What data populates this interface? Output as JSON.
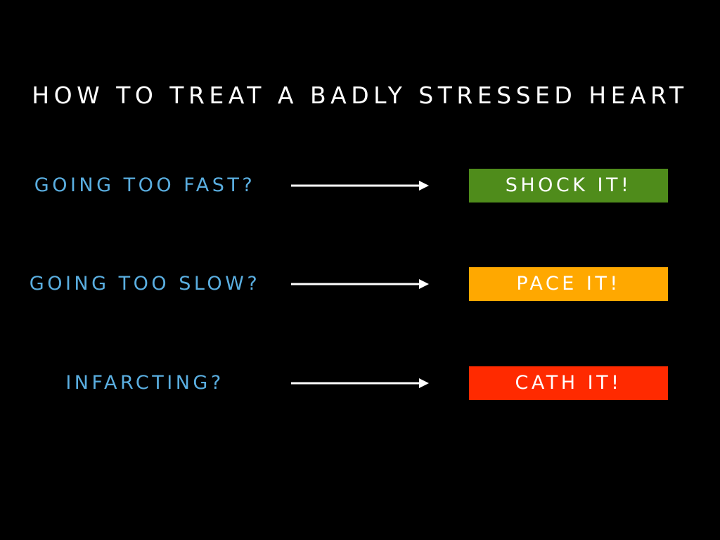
{
  "title": "HOW TO TREAT A BADLY STRESSED HEART",
  "colors": {
    "background": "#000000",
    "title_text": "#ffffff",
    "question_text": "#5aaee0",
    "arrow": "#ffffff",
    "action_text": "#ffffff"
  },
  "rows": [
    {
      "question": "GOING TOO FAST?",
      "action": "SHOCK IT!",
      "action_color": "#4f8c1b"
    },
    {
      "question": "GOING TOO SLOW?",
      "action": "PACE IT!",
      "action_color": "#ffa800"
    },
    {
      "question": "INFARCTING?",
      "action": "CATH IT!",
      "action_color": "#ff2a00"
    }
  ]
}
